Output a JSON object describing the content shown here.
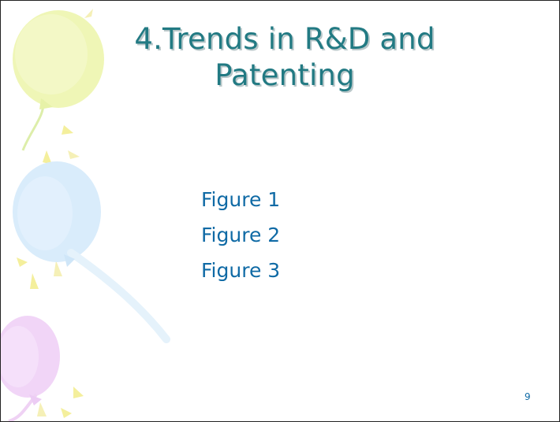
{
  "slide": {
    "title_lines": [
      "4.Trends in R&D and",
      "Patenting"
    ],
    "links": [
      "Figure 1",
      "Figure 2",
      "Figure 3"
    ],
    "page_number": "9"
  },
  "decorations": {
    "icons": [
      "yellow-balloon-icon",
      "blue-balloon-icon",
      "purple-balloon-icon"
    ],
    "colors": {
      "yellow": "#eef6b2",
      "blue": "#d7ebfb",
      "purple": "#f0d3f7",
      "ray": "#f4efb0"
    }
  },
  "theme": {
    "title_color": "#227a83",
    "link_color": "#0f6aa5"
  }
}
